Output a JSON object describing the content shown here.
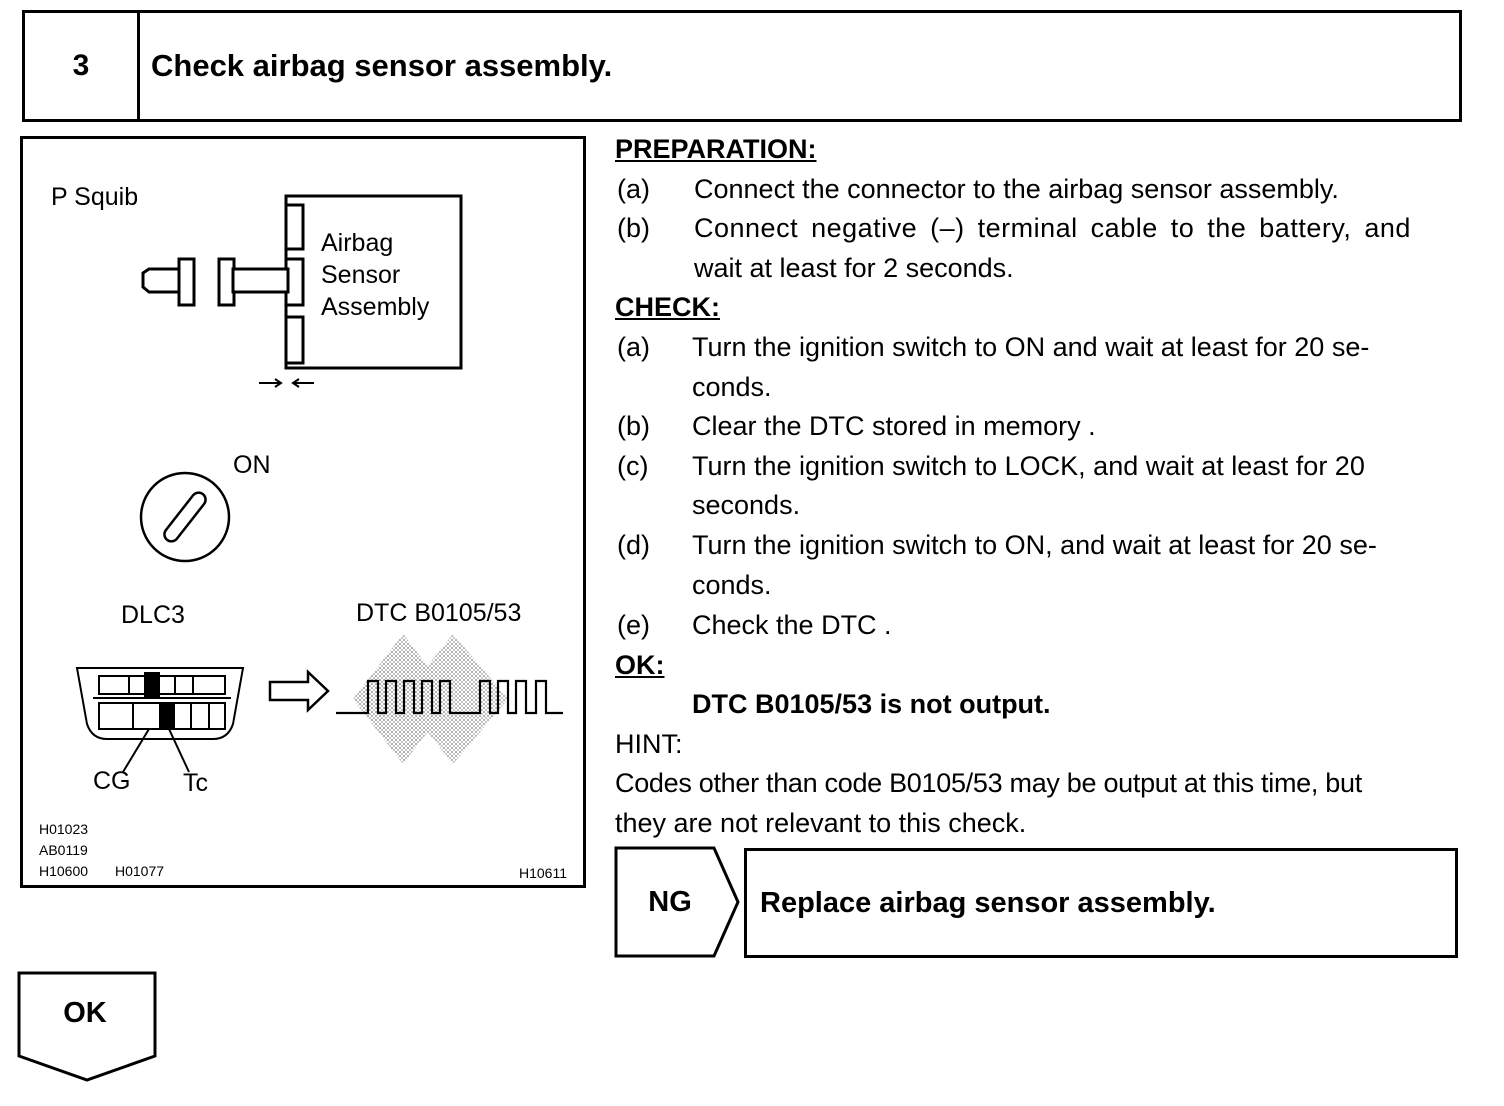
{
  "step": {
    "number": "3",
    "title": "Check airbag sensor assembly."
  },
  "figure": {
    "p_squib": "P Squib",
    "sensor_label": [
      "Airbag",
      "Sensor",
      "Assembly"
    ],
    "on_label": "ON",
    "dlc3_label": "DLC3",
    "dtc_label": "DTC B0105/53",
    "cg_label": "CG",
    "tc_label": "Tc",
    "codes": [
      "H01023",
      "AB0119",
      "H10600",
      "H01077",
      "H10611"
    ]
  },
  "preparation": {
    "heading": "PREPARATION:",
    "items": [
      {
        "marker": "(a)",
        "lines": [
          "Connect the connector to the airbag sensor assembly."
        ]
      },
      {
        "marker": "(b)",
        "lines": [
          "Connect negative (–) terminal cable to the battery, and",
          "wait at least for 2 seconds."
        ]
      }
    ]
  },
  "check": {
    "heading": "CHECK:",
    "items": [
      {
        "marker": "(a)",
        "lines": [
          "Turn the ignition switch to ON and wait at least for 20 se-",
          "conds."
        ]
      },
      {
        "marker": "(b)",
        "lines": [
          "Clear the DTC stored in memory ."
        ]
      },
      {
        "marker": "(c)",
        "lines": [
          "Turn the ignition switch to LOCK, and wait at least for 20",
          "seconds."
        ]
      },
      {
        "marker": "(d)",
        "lines": [
          "Turn the ignition switch to ON, and wait at least for 20 se-",
          "conds."
        ]
      },
      {
        "marker": "(e)",
        "lines": [
          "Check the DTC ."
        ]
      }
    ]
  },
  "ok_section": {
    "heading": "OK:",
    "result": "DTC B0105/53 is not output."
  },
  "hint": {
    "label": "HINT:",
    "lines": [
      "Codes other than code B0105/53 may be output at this time, but",
      "they are not relevant to this check."
    ]
  },
  "ng": {
    "label": "NG",
    "action": "Replace airbag sensor assembly."
  },
  "ok_branch": {
    "label": "OK"
  }
}
